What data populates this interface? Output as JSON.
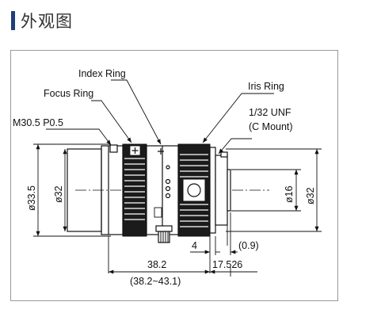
{
  "header": {
    "title": "外观图",
    "accent_color": "#1f3f7a"
  },
  "labels": {
    "index_ring": "Index Ring",
    "focus_ring": "Focus Ring",
    "iris_ring": "Iris Ring",
    "mount_thread": "M30.5 P0.5",
    "mount_unf": "1/32 UNF",
    "mount_type": "(C Mount)"
  },
  "dimensions": {
    "dia_33_5": "ø33.5",
    "dia_32_left": "ø32",
    "dia_16": "ø16",
    "dia_32_right": "ø32",
    "len_38_2": "38.2",
    "len_range": "(38.2~43.1)",
    "len_4": "4",
    "len_0_9": "(0.9)",
    "len_17_526": "17.526"
  }
}
